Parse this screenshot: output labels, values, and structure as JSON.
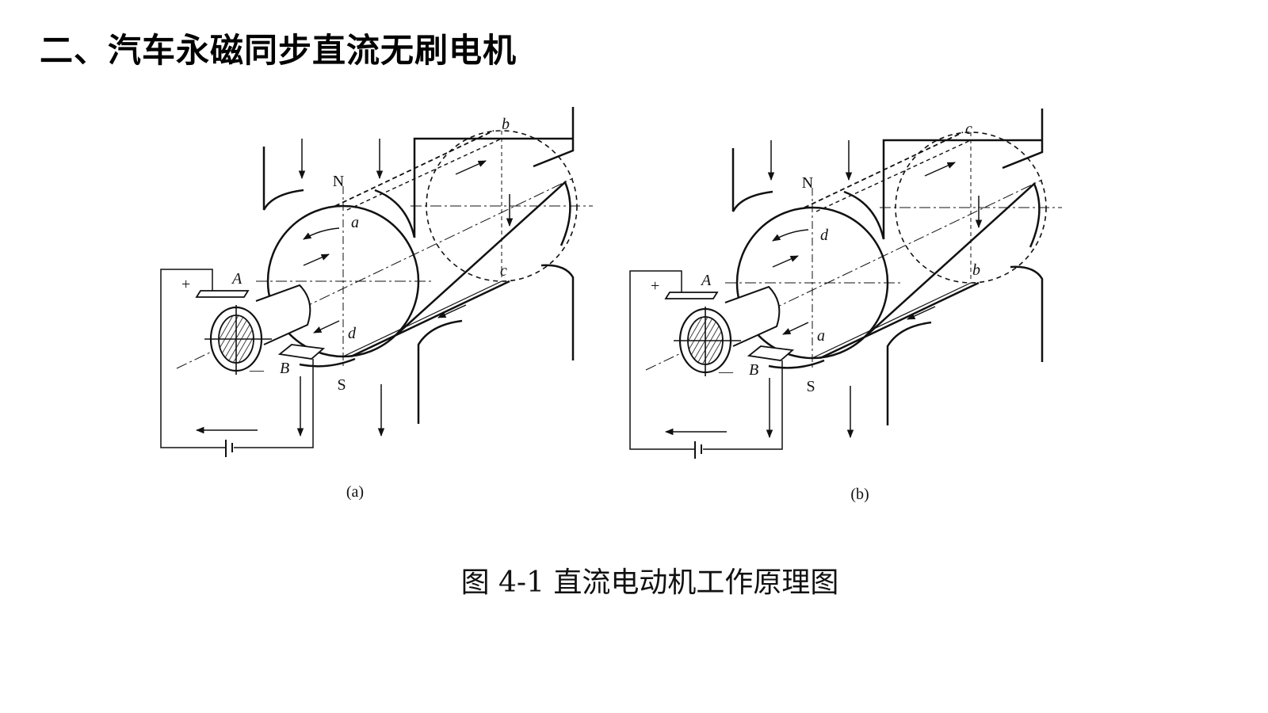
{
  "slide": {
    "title": "二、汽车永磁同步直流无刷电机",
    "caption": "图 4-1  直流电动机工作原理图"
  },
  "figure": {
    "panels": [
      {
        "tag": "(a)",
        "pole_top": "N",
        "pole_bottom": "S",
        "coil_labels": {
          "top_front": "a",
          "top_back": "b",
          "bottom_back": "c",
          "bottom_front": "d"
        },
        "brush_top": "A",
        "brush_bottom": "B",
        "plus": "+",
        "minus": "—"
      },
      {
        "tag": "(b)",
        "pole_top": "N",
        "pole_bottom": "S",
        "coil_labels": {
          "top_front": "d",
          "top_back": "c",
          "bottom_back": "b",
          "bottom_front": "a"
        },
        "brush_top": "A",
        "brush_bottom": "B",
        "plus": "+",
        "minus": "—"
      }
    ]
  },
  "colors": {
    "ink": "#111111",
    "background": "#ffffff"
  }
}
